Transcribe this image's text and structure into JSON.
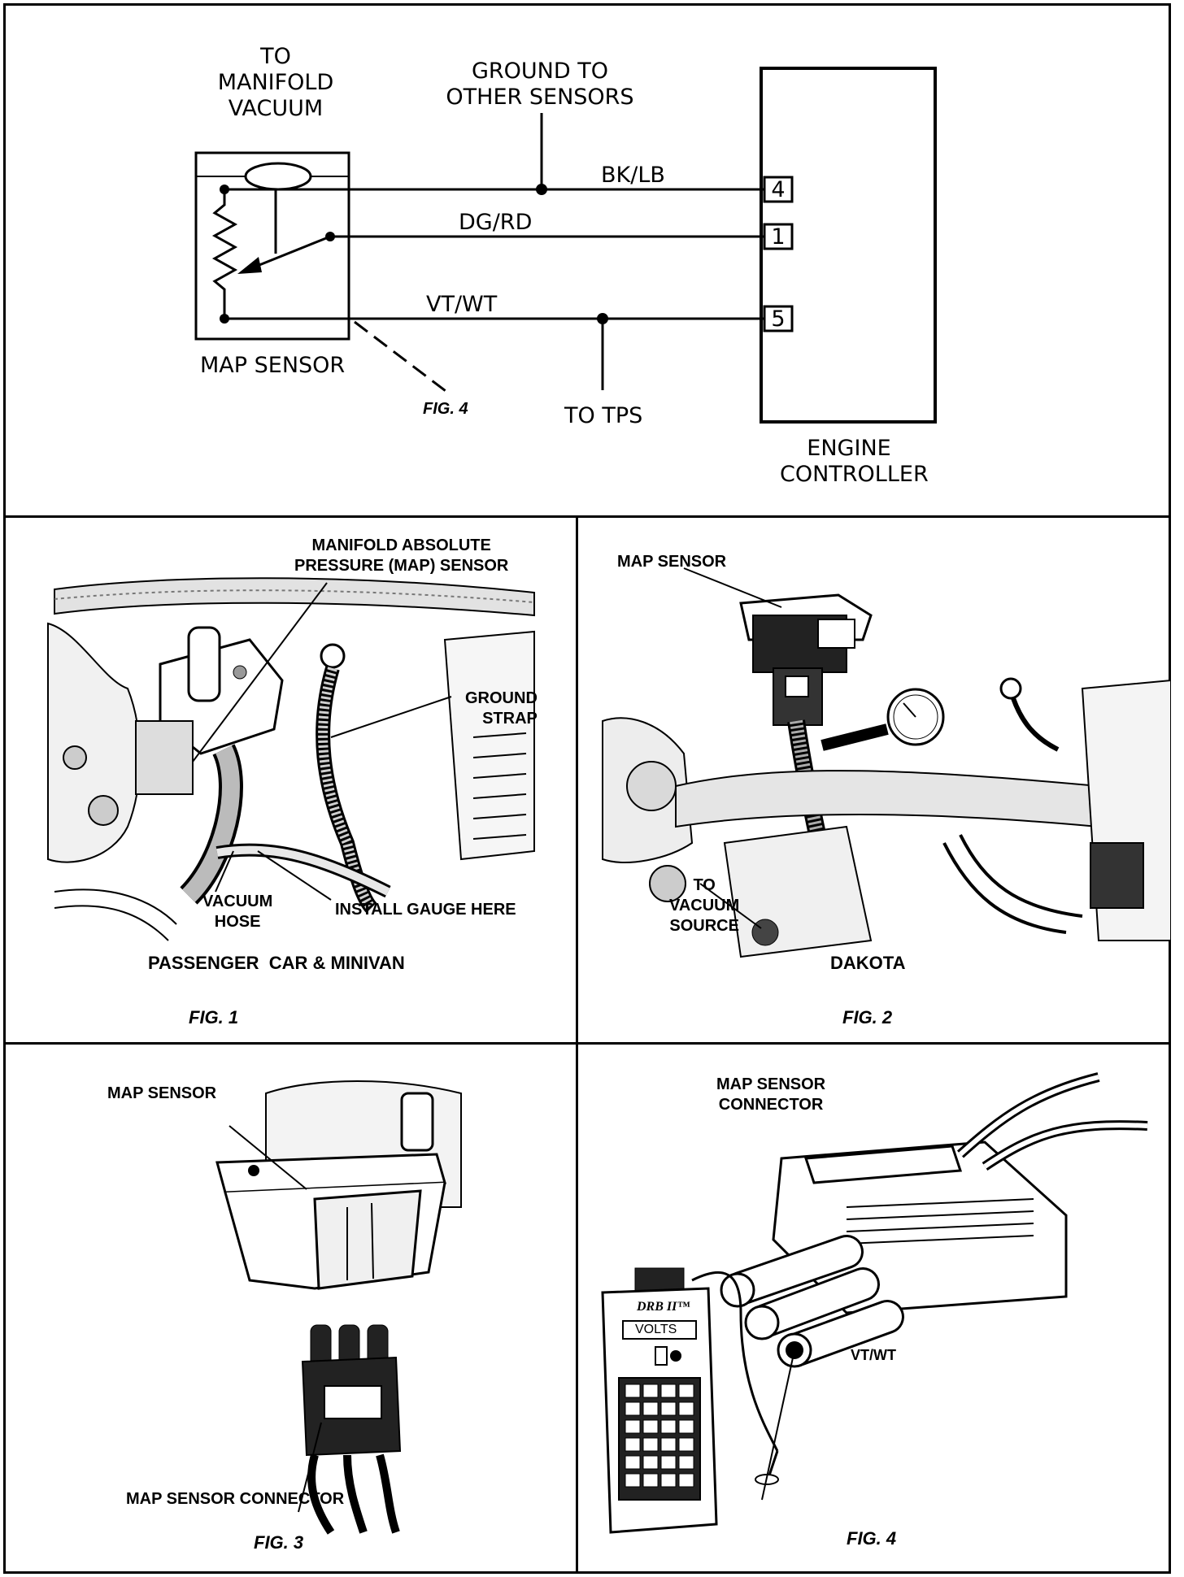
{
  "schematic": {
    "to_manifold_vacuum": "TO\nMANIFOLD\nVACUUM",
    "ground_to_other_sensors": "GROUND TO\nOTHER SENSORS",
    "wire_top": "BK/LB",
    "wire_mid": "DG/RD",
    "wire_bot": "VT/WT",
    "pin_top": "4",
    "pin_mid": "1",
    "pin_bot": "5",
    "map_sensor": "MAP SENSOR",
    "fig_ref": "FIG. 4",
    "to_tps": "TO TPS",
    "engine_controller": "ENGINE\nCONTROLLER"
  },
  "fig1": {
    "label_map": "MANIFOLD ABSOLUTE\nPRESSURE (MAP) SENSOR",
    "label_ground": "GROUND\nSTRAP",
    "label_vacuum": "VACUUM\nHOSE",
    "label_gauge": "INSTALL GAUGE HERE",
    "caption": "PASSENGER  CAR & MINIVAN",
    "fig": "FIG. 1"
  },
  "fig2": {
    "label_map": "MAP SENSOR",
    "label_vacuum": "TO\nVACUUM\nSOURCE",
    "caption": "DAKOTA",
    "fig": "FIG. 2"
  },
  "fig3": {
    "label_map": "MAP SENSOR",
    "label_connector": "MAP SENSOR CONNECTOR",
    "fig": "FIG. 3"
  },
  "fig4": {
    "label_connector": "MAP SENSOR\nCONNECTOR",
    "label_wire": "VT/WT",
    "drb_brand": "DRB II™",
    "drb_display": "VOLTS",
    "fig": "FIG. 4"
  }
}
